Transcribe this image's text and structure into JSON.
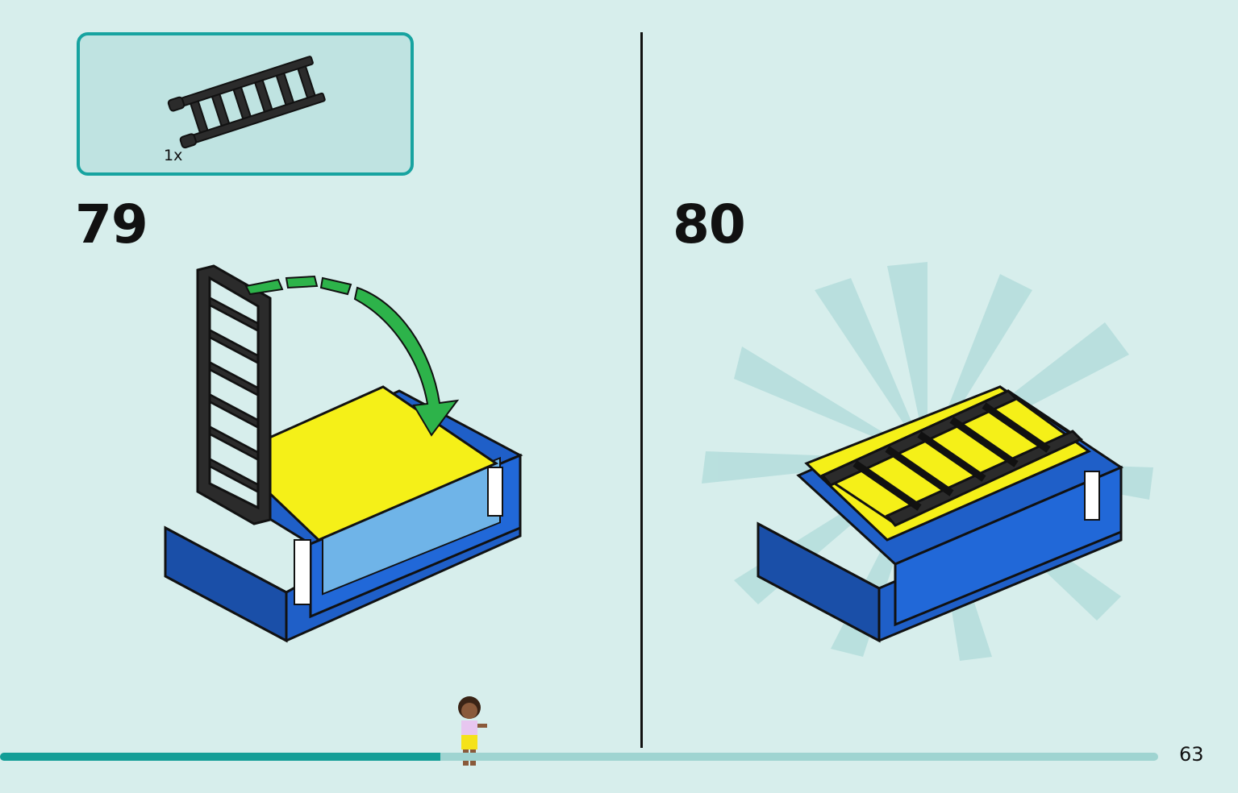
{
  "parts": {
    "quantity": "1x",
    "part_icon": "ladder-piece-icon"
  },
  "steps": [
    {
      "number": "79"
    },
    {
      "number": "80"
    }
  ],
  "page": {
    "number": "63",
    "progress": 0.38
  },
  "colors": {
    "background": "#d7eeec",
    "accent": "#17a3a0",
    "brick_blue": "#1f5fc8",
    "brick_yellow": "#f5f018",
    "arrow_green": "#2db34a",
    "ladder_black": "#222222"
  }
}
